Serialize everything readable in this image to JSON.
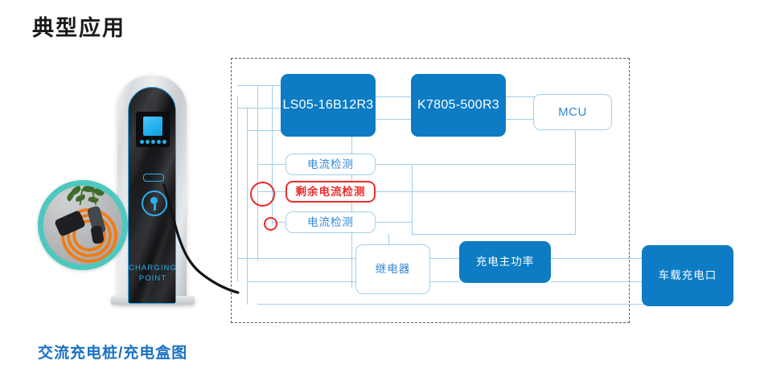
{
  "page": {
    "title": "典型应用",
    "caption": "交流充电桩/充电盒图"
  },
  "product": {
    "brand_line1": "CHARGING",
    "brand_line2": "POINT",
    "accent_color": "#2ab0ec",
    "inset_ring_color": "#4ec8bf",
    "icons": {
      "screen": "display-screen",
      "leds": "led-indicator-row",
      "card_slot": "card-reader-slot",
      "port": "charging-port-icon",
      "inset": "ev-cable-photo"
    }
  },
  "diagram": {
    "boundary": "dashed enclosure",
    "colors": {
      "solid_block": "#0d7cc4",
      "outline_block_border": "#9ed0ef",
      "outline_block_text": "#2f87d8",
      "alert": "#ef2b2b",
      "wire": "#9ecfee",
      "boundary": "#5a5a5a"
    },
    "blocks": [
      {
        "id": "ls05",
        "label": "LS05-16B12R3",
        "style": "solid"
      },
      {
        "id": "k7805",
        "label": "K7805-500R3",
        "style": "solid"
      },
      {
        "id": "mcu",
        "label": "MCU",
        "style": "outline"
      },
      {
        "id": "current1",
        "label": "电流检测",
        "style": "outline"
      },
      {
        "id": "residual",
        "label": "剩余电流检测",
        "style": "outline-red"
      },
      {
        "id": "current2",
        "label": "电流检测",
        "style": "outline"
      },
      {
        "id": "relay",
        "label": "继电器",
        "style": "outline"
      },
      {
        "id": "mainpower",
        "label": "充电主功率",
        "style": "solid"
      },
      {
        "id": "vehicle",
        "label": "车载充电口",
        "style": "solid"
      }
    ],
    "sensors": [
      {
        "id": "ct-large",
        "name": "current-transformer-large"
      },
      {
        "id": "ct-small",
        "name": "current-transformer-small"
      }
    ]
  }
}
